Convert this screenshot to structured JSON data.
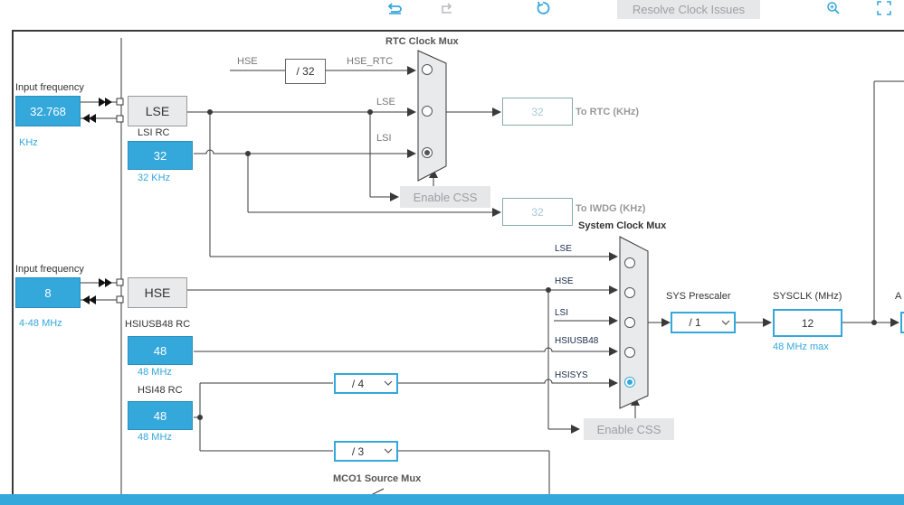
{
  "toolbar": {
    "undo_icon": "undo-icon",
    "redo_icon": "redo-icon",
    "refresh_icon": "refresh-icon",
    "resolve_label": "Resolve Clock Issues",
    "zoom_icon": "zoom-in-icon",
    "fit_icon": "fit-screen-icon"
  },
  "lse_section": {
    "input_freq_label": "Input frequency",
    "input_value": "32.768",
    "unit": "KHz",
    "lse_label": "LSE",
    "lsi_rc_label": "LSI RC",
    "lsi_value": "32",
    "lsi_unit": "32 KHz"
  },
  "rtc_mux": {
    "title": "RTC Clock Mux",
    "hse_label": "HSE",
    "div_label": "/ 32",
    "hse_rtc_label": "HSE_RTC",
    "lse_label": "LSE",
    "lsi_label": "LSI",
    "rtc_out_value": "32",
    "rtc_out_label": "To RTC (KHz)",
    "enable_css": "Enable CSS",
    "iwdg_out_value": "32",
    "iwdg_out_label": "To IWDG (KHz)"
  },
  "hse_section": {
    "input_freq_label": "Input frequency",
    "input_value": "8",
    "range": "4-48 MHz",
    "hse_label": "HSE",
    "hsiusb48_rc_label": "HSIUSB48 RC",
    "hsiusb48_value": "48",
    "hsiusb48_unit": "48 MHz",
    "hsi48_rc_label": "HSI48 RC",
    "hsi48_value": "48",
    "hsi48_unit": "48 MHz"
  },
  "sys_mux": {
    "title": "System Clock Mux",
    "inputs": [
      "LSE",
      "HSE",
      "LSI",
      "HSIUSB48",
      "HSISYS"
    ],
    "selected_index": 4,
    "enable_css": "Enable CSS"
  },
  "dividers": {
    "hsisys_div": "/ 4",
    "mco_div": "/ 3"
  },
  "sys_prescaler": {
    "label": "SYS Prescaler",
    "value": "/ 1"
  },
  "sysclk": {
    "label": "SYSCLK (MHz)",
    "value": "12",
    "max": "48 MHz max"
  },
  "ahb": {
    "label_partial": "A"
  },
  "mco": {
    "title": "MCO1 Source Mux"
  },
  "colors": {
    "accent": "#34a7db",
    "line": "#3a3a3a",
    "disabled": "#e6e7e8"
  }
}
